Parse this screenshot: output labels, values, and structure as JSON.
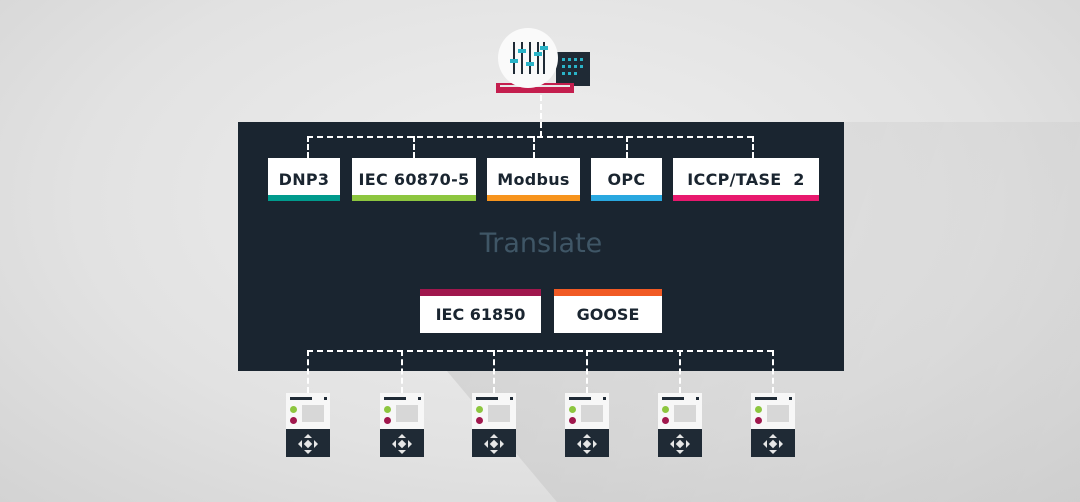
{
  "diagram": {
    "center_label": "Translate",
    "protocols": [
      {
        "label": "DNP3",
        "color": "#009b8d"
      },
      {
        "label": "IEC 60870-5",
        "color": "#8dc63f"
      },
      {
        "label": "Modbus",
        "color": "#f7941d"
      },
      {
        "label": "OPC",
        "color": "#29a8e0"
      },
      {
        "label": "ICCP/TASE  2",
        "color": "#e8196e"
      }
    ],
    "standards": [
      {
        "label": "IEC 61850",
        "color": "#a0174d"
      },
      {
        "label": "GOOSE",
        "color": "#f15a24"
      }
    ],
    "top_node": {
      "icon": "control-center-sliders-icon"
    },
    "devices": [
      {
        "icon": "ied-device-icon"
      },
      {
        "icon": "ied-device-icon"
      },
      {
        "icon": "ied-device-icon"
      },
      {
        "icon": "ied-device-icon"
      },
      {
        "icon": "ied-device-icon"
      },
      {
        "icon": "ied-device-icon"
      }
    ],
    "colors": {
      "panel": "#1a2530",
      "accent_teal": "#2ab3c7",
      "accent_crimson": "#c41e4e"
    }
  }
}
